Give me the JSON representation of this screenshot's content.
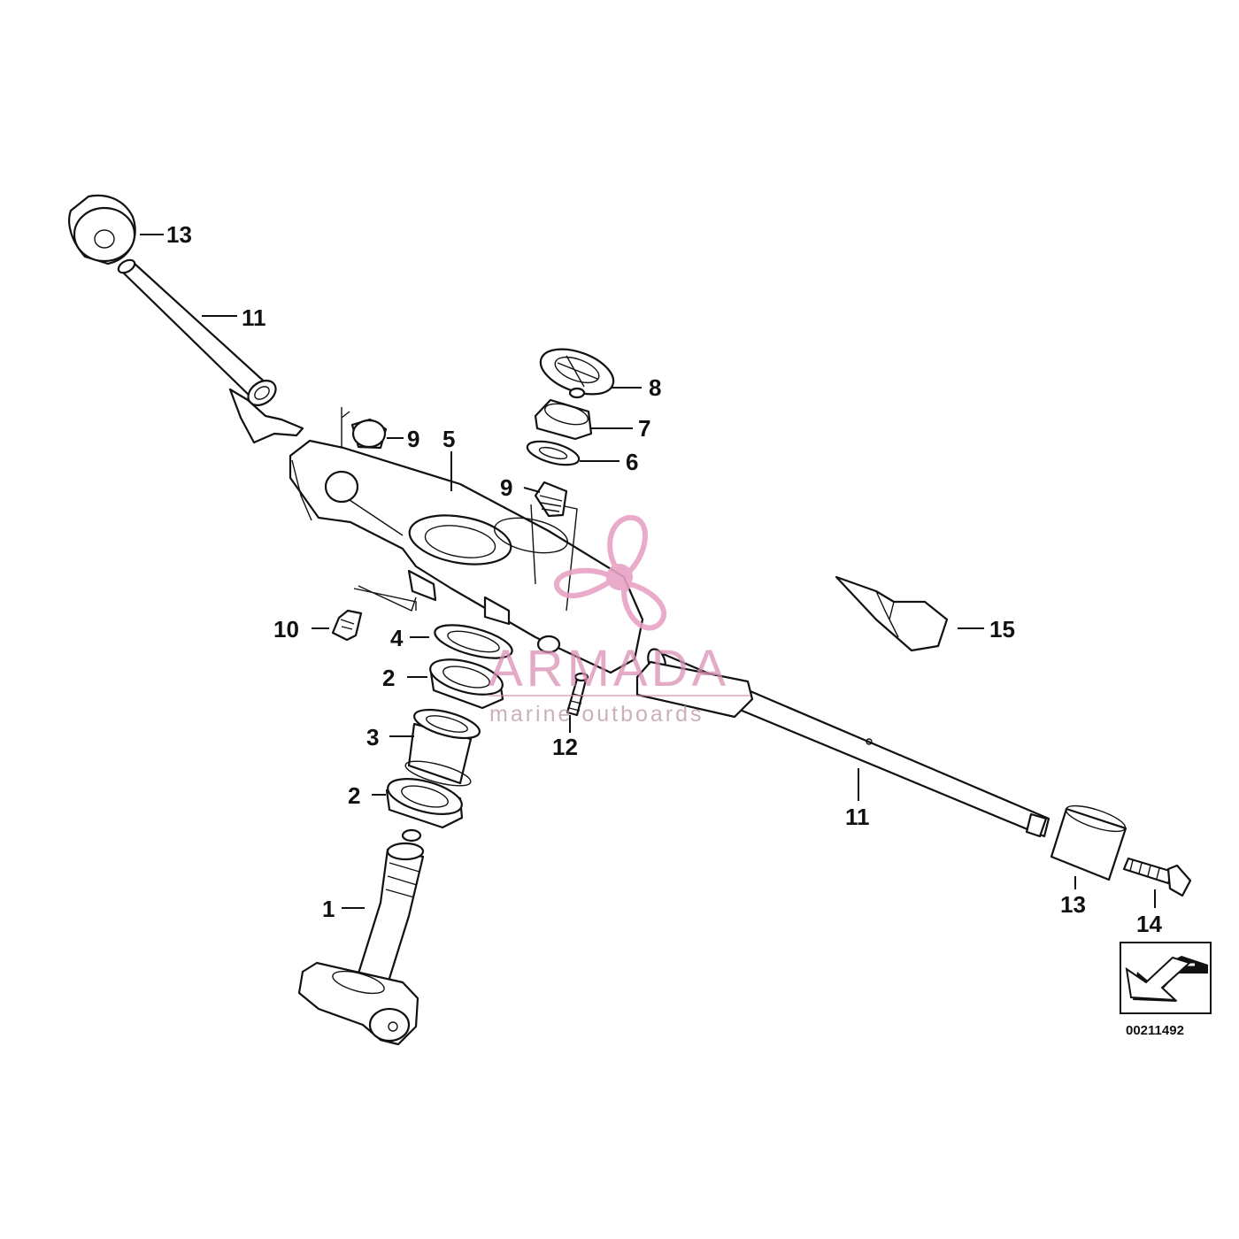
{
  "diagram": {
    "callouts": [
      "13",
      "11",
      "9",
      "5",
      "8",
      "7",
      "6",
      "9",
      "10",
      "4",
      "2",
      "3",
      "2",
      "1",
      "12",
      "15",
      "11",
      "13",
      "14"
    ],
    "reference_number": "00211492",
    "icons": [
      "view-direction-arrow-icon",
      "propeller-logo-icon"
    ]
  },
  "watermark": {
    "brand": "ARMADA",
    "tagline": "marine outboards",
    "color": "#d98fb1"
  },
  "colors": {
    "line": "#111111",
    "background": "#ffffff",
    "logo_pink": "#e7a2c4"
  }
}
